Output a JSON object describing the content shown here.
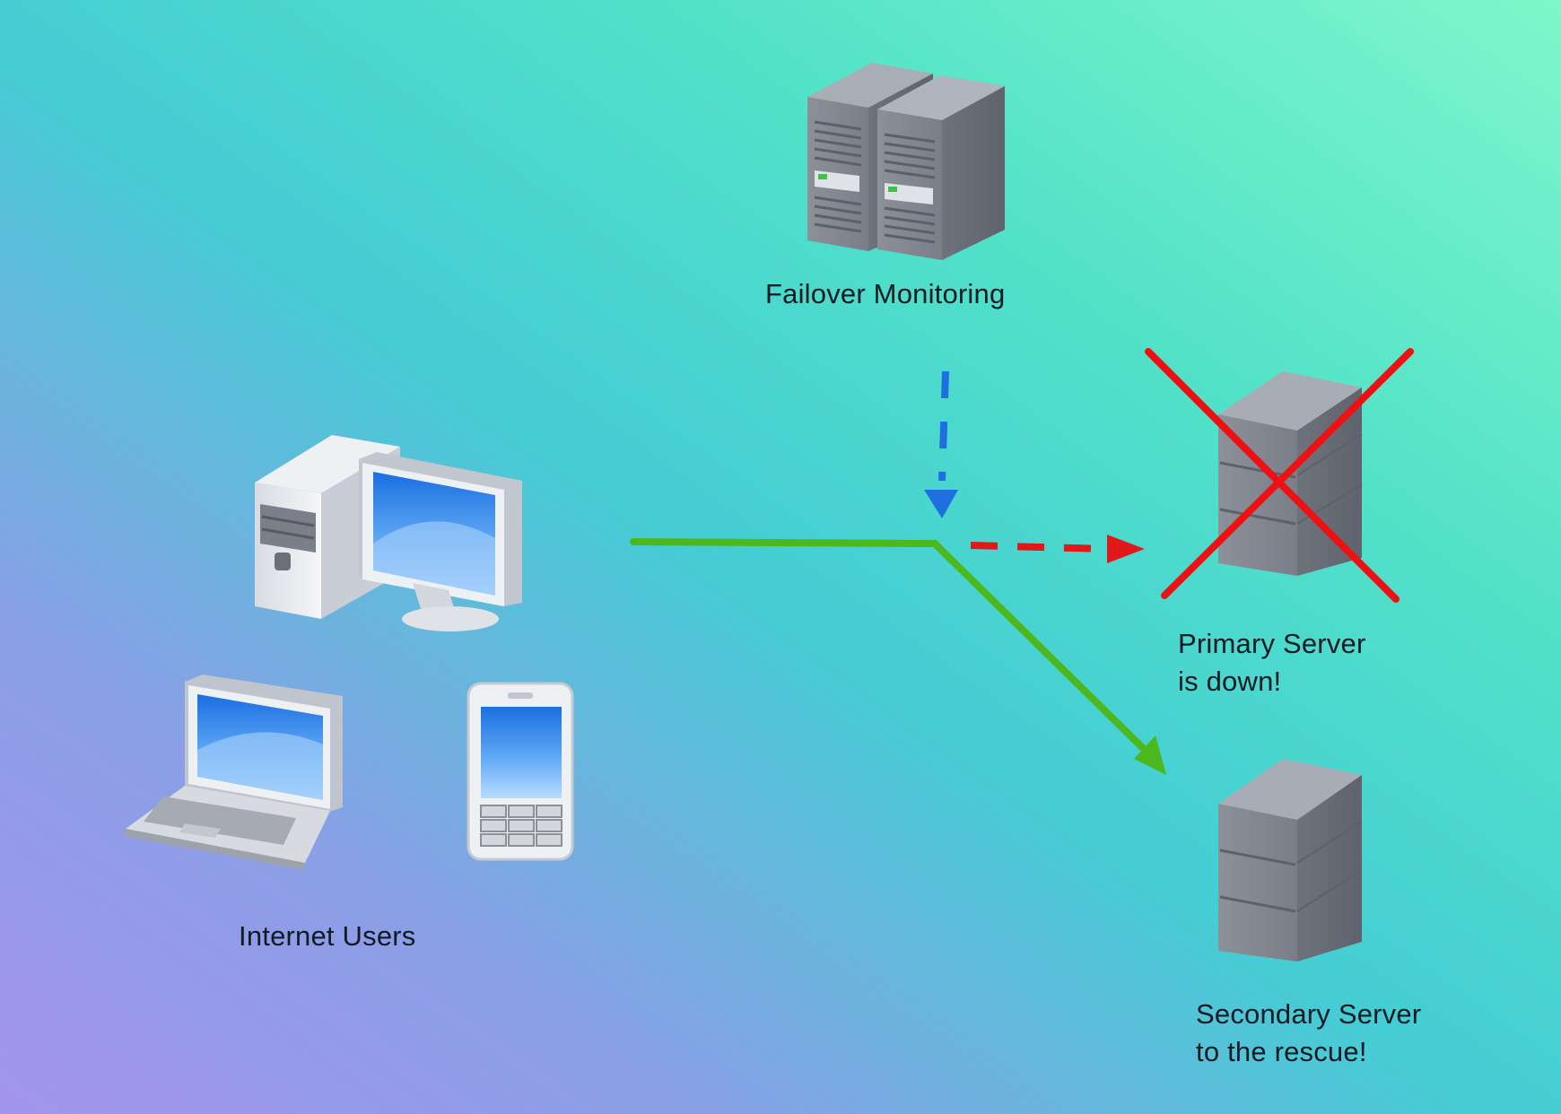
{
  "labels": {
    "monitoring": "Failover Monitoring",
    "users": "Internet Users",
    "primary_line1": "Primary Server",
    "primary_line2": "is down!",
    "secondary_line1": "Secondary Server",
    "secondary_line2": "to the rescue!"
  },
  "nodes": [
    {
      "id": "failover-monitoring",
      "icon": "server-cluster-icon"
    },
    {
      "id": "internet-users",
      "icons": [
        "desktop-computer-icon",
        "laptop-icon",
        "mobile-phone-icon"
      ]
    },
    {
      "id": "primary-server",
      "icon": "server-tower-icon",
      "status": "down"
    },
    {
      "id": "secondary-server",
      "icon": "server-tower-icon",
      "status": "active"
    }
  ],
  "edges": [
    {
      "from": "failover-monitoring",
      "to": "traffic-junction",
      "style": "dashed",
      "color": "#1f6fe0"
    },
    {
      "from": "internet-users",
      "to": "traffic-junction",
      "style": "solid",
      "color": "#4cb81e"
    },
    {
      "from": "traffic-junction",
      "to": "primary-server",
      "style": "dashed",
      "color": "#e01818"
    },
    {
      "from": "traffic-junction",
      "to": "secondary-server",
      "style": "solid",
      "color": "#4cb81e"
    }
  ],
  "colors": {
    "background_left": "#9b95e8",
    "background_mid": "#3ed4cc",
    "background_right": "#7af5cc",
    "monitor_arrow": "#1f6fe0",
    "traffic_line": "#4cb81e",
    "failed_route": "#e01818",
    "cross_mark": "#ee1111"
  }
}
